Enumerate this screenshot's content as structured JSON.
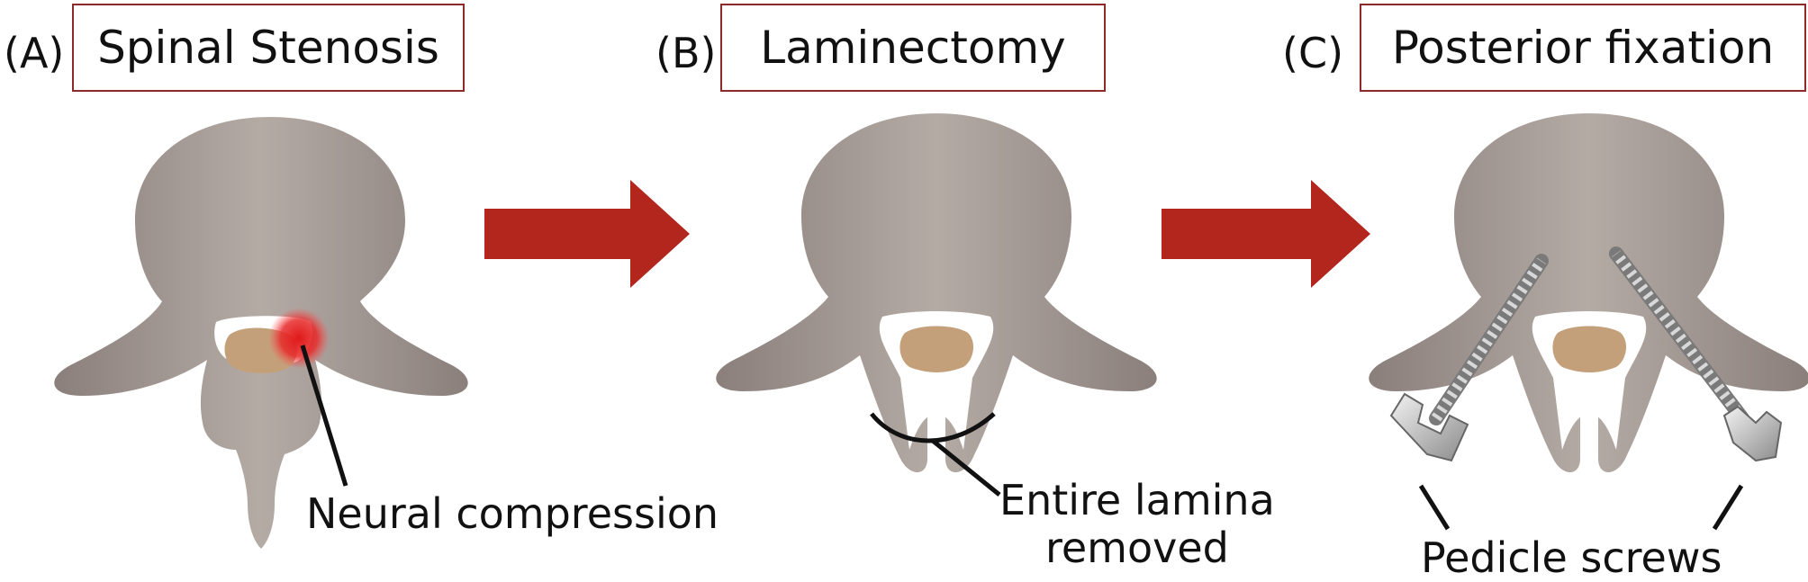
{
  "panels": [
    {
      "letter": "(A)",
      "title": "Spinal Stenosis"
    },
    {
      "letter": "(B)",
      "title": "Laminectomy"
    },
    {
      "letter": "(C)",
      "title": "Posterior fixation"
    }
  ],
  "labels": {
    "neural_compression": "Neural compression",
    "entire_lamina_line1": "Entire lamina",
    "entire_lamina_line2": "removed",
    "pedicle_screws": "Pedicle screws"
  },
  "colors": {
    "bone": "#9a8e8a",
    "bone_light": "#b3a9a3",
    "nerve": "#c4a07a",
    "compression": "#e02020",
    "arrow": "#b3261e",
    "box_border": "#8f2a2a",
    "screw": "#8a8a8a"
  }
}
